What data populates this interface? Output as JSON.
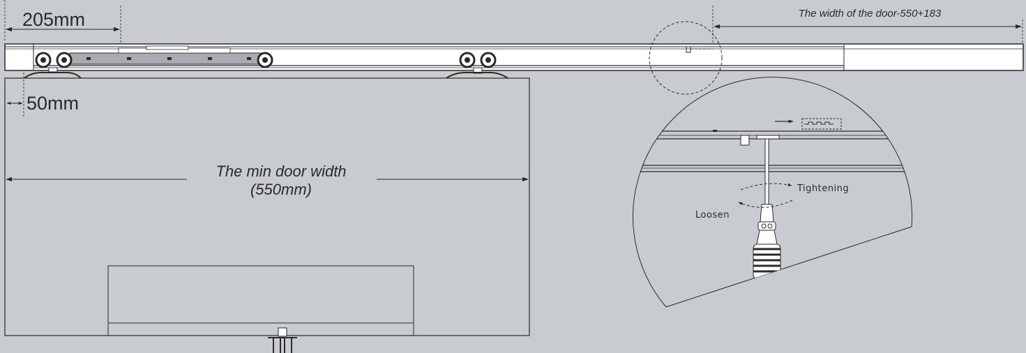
{
  "dimensions": {
    "offset_205": "205mm",
    "offset_50": "50mm",
    "door_width_line1": "The min door width",
    "door_width_line2": "(550mm)",
    "track_remaining": "The width of the door-550+183"
  },
  "detail": {
    "tightening": "Tightening",
    "loosen": "Loosen"
  },
  "colors": {
    "background": "#c8cbd0",
    "line": "#2a2a2a",
    "track_fill": "#ffffff",
    "carriage_fill": "#a9abb0"
  }
}
